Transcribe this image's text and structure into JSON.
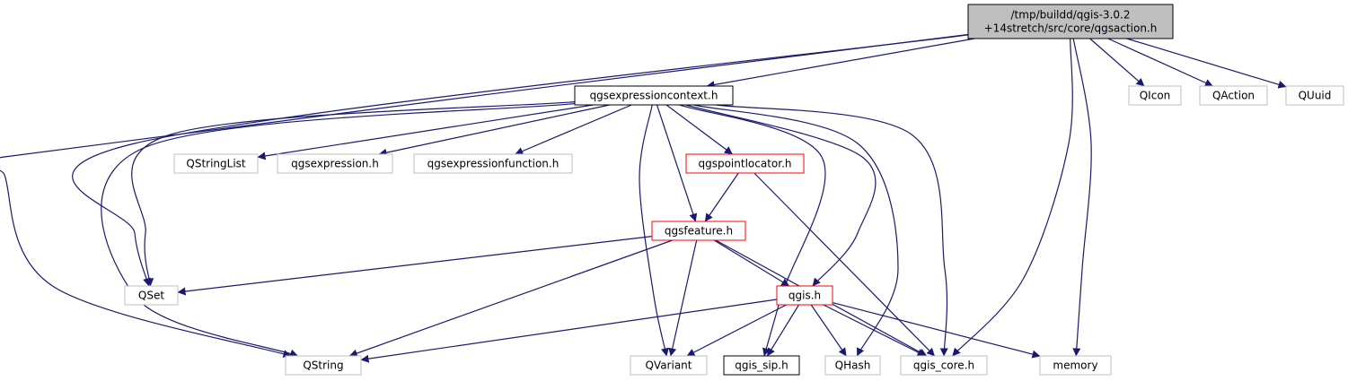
{
  "colors": {
    "edge": "#191970",
    "root_fill": "#bfbfbf",
    "root_stroke": "#000000",
    "documented_stroke": "#000000",
    "truncated_stroke": "#ff0000",
    "external_stroke": "#bfbfbf",
    "node_fill": "#ffffff"
  },
  "nodes": [
    {
      "id": "root",
      "lines": [
        "/tmp/buildd/qgis-3.0.2",
        "+14stretch/src/core/qgsaction.h"
      ],
      "kind": "root"
    },
    {
      "id": "ctx",
      "lines": [
        "qgsexpressioncontext.h"
      ],
      "kind": "documented"
    },
    {
      "id": "qicon",
      "lines": [
        "QIcon"
      ],
      "kind": "external"
    },
    {
      "id": "qaction",
      "lines": [
        "QAction"
      ],
      "kind": "external"
    },
    {
      "id": "quuid",
      "lines": [
        "QUuid"
      ],
      "kind": "external"
    },
    {
      "id": "qstringlist",
      "lines": [
        "QStringList"
      ],
      "kind": "external"
    },
    {
      "id": "qgsexpression",
      "lines": [
        "qgsexpression.h"
      ],
      "kind": "external"
    },
    {
      "id": "qgsexprfunc",
      "lines": [
        "qgsexpressionfunction.h"
      ],
      "kind": "external"
    },
    {
      "id": "pointlocator",
      "lines": [
        "qgspointlocator.h"
      ],
      "kind": "truncated"
    },
    {
      "id": "feature",
      "lines": [
        "qgsfeature.h"
      ],
      "kind": "truncated"
    },
    {
      "id": "qset",
      "lines": [
        "QSet"
      ],
      "kind": "external"
    },
    {
      "id": "qgis",
      "lines": [
        "qgis.h"
      ],
      "kind": "truncated"
    },
    {
      "id": "qstring",
      "lines": [
        "QString"
      ],
      "kind": "external"
    },
    {
      "id": "qvariant",
      "lines": [
        "QVariant"
      ],
      "kind": "external"
    },
    {
      "id": "qgissip",
      "lines": [
        "qgis_sip.h"
      ],
      "kind": "documented"
    },
    {
      "id": "qhash",
      "lines": [
        "QHash"
      ],
      "kind": "external"
    },
    {
      "id": "qgiscore",
      "lines": [
        "qgis_core.h"
      ],
      "kind": "external"
    },
    {
      "id": "memory",
      "lines": [
        "memory"
      ],
      "kind": "external"
    }
  ],
  "edges": [
    [
      "root",
      "ctx"
    ],
    [
      "root",
      "qicon"
    ],
    [
      "root",
      "qaction"
    ],
    [
      "root",
      "quuid"
    ],
    [
      "root",
      "qset"
    ],
    [
      "root",
      "qstring"
    ],
    [
      "root",
      "qgiscore"
    ],
    [
      "root",
      "memory"
    ],
    [
      "ctx",
      "qstringlist"
    ],
    [
      "ctx",
      "qgsexpression"
    ],
    [
      "ctx",
      "qgsexprfunc"
    ],
    [
      "ctx",
      "pointlocator"
    ],
    [
      "ctx",
      "feature"
    ],
    [
      "ctx",
      "qset"
    ],
    [
      "ctx",
      "qstring"
    ],
    [
      "ctx",
      "qvariant"
    ],
    [
      "ctx",
      "qgissip"
    ],
    [
      "ctx",
      "qhash"
    ],
    [
      "ctx",
      "qgiscore"
    ],
    [
      "ctx",
      "qgis"
    ],
    [
      "pointlocator",
      "feature"
    ],
    [
      "pointlocator",
      "qgiscore"
    ],
    [
      "feature",
      "qset"
    ],
    [
      "feature",
      "qstring"
    ],
    [
      "feature",
      "qvariant"
    ],
    [
      "feature",
      "qgis"
    ],
    [
      "feature",
      "qgiscore"
    ],
    [
      "qgis",
      "qstring"
    ],
    [
      "qgis",
      "qvariant"
    ],
    [
      "qgis",
      "qgissip"
    ],
    [
      "qgis",
      "qhash"
    ],
    [
      "qgis",
      "qgiscore"
    ],
    [
      "qgis",
      "memory"
    ]
  ]
}
